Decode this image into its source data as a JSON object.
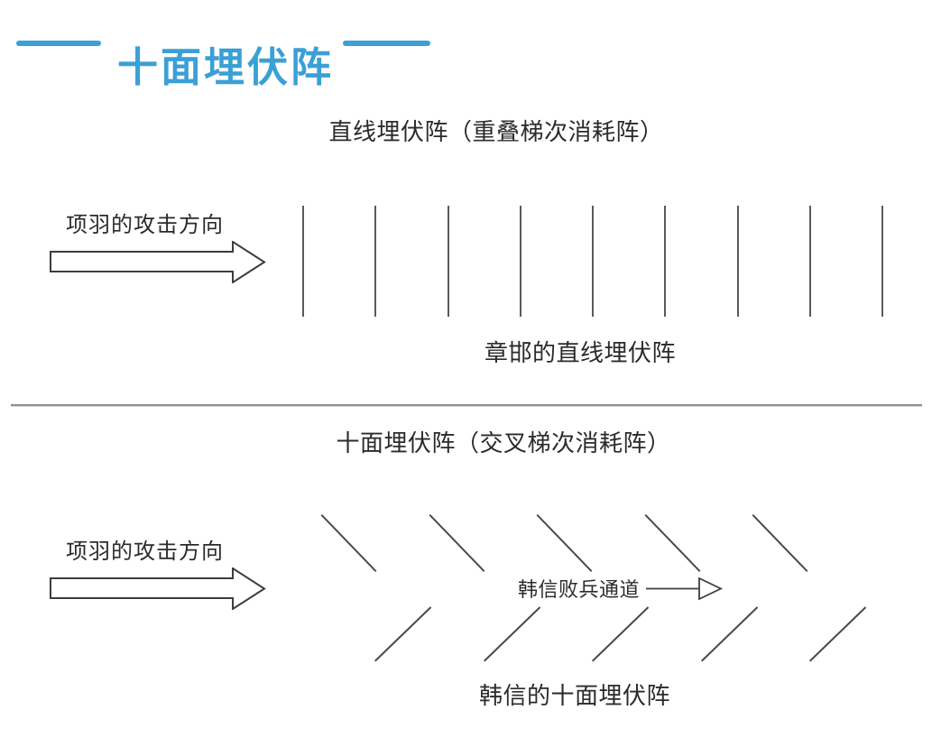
{
  "page_title": {
    "text": "十面埋伏阵"
  },
  "linear_section": {
    "header": "直线埋伏阵（重叠梯次消耗阵）",
    "attack_direction_label": "项羽的攻击方向",
    "caption": "章邯的直线埋伏阵",
    "ambush_line_count": 9
  },
  "ten_sided_section": {
    "header": "十面埋伏阵（交叉梯次消耗阵）",
    "attack_direction_label": "项羽的攻击方向",
    "escape_channel_label": "韩信败兵通道",
    "caption": "韩信的十面埋伏阵",
    "upper_ambush_line_count": 5,
    "lower_ambush_line_count": 5
  },
  "colors": {
    "title_accent": "#3aa0d6",
    "formation_line": "#4a4a4a",
    "text": "#2b2b2b",
    "divider": "#8f8f8f"
  }
}
